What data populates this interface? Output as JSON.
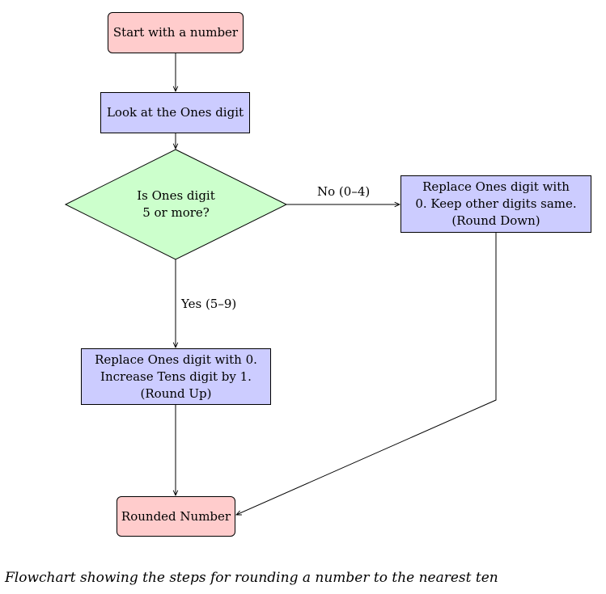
{
  "nodes": {
    "start": "Start with a number",
    "look": "Look at the Ones digit",
    "decision": [
      "Is Ones digit",
      "5 or more?"
    ],
    "round_down": [
      "Replace Ones digit with",
      "0. Keep other digits same.",
      "(Round Down)"
    ],
    "round_up": [
      "Replace Ones digit with 0.",
      "Increase Tens digit by 1.",
      "(Round Up)"
    ],
    "end": "Rounded Number"
  },
  "edges": {
    "no_label": "No (0–4)",
    "yes_label": "Yes (5–9)"
  },
  "colors": {
    "terminal_fill": "#ffcccc",
    "process_fill": "#ccccff",
    "decision_fill": "#ccffcc"
  },
  "caption": "Flowchart showing the steps for rounding a number to the nearest ten"
}
